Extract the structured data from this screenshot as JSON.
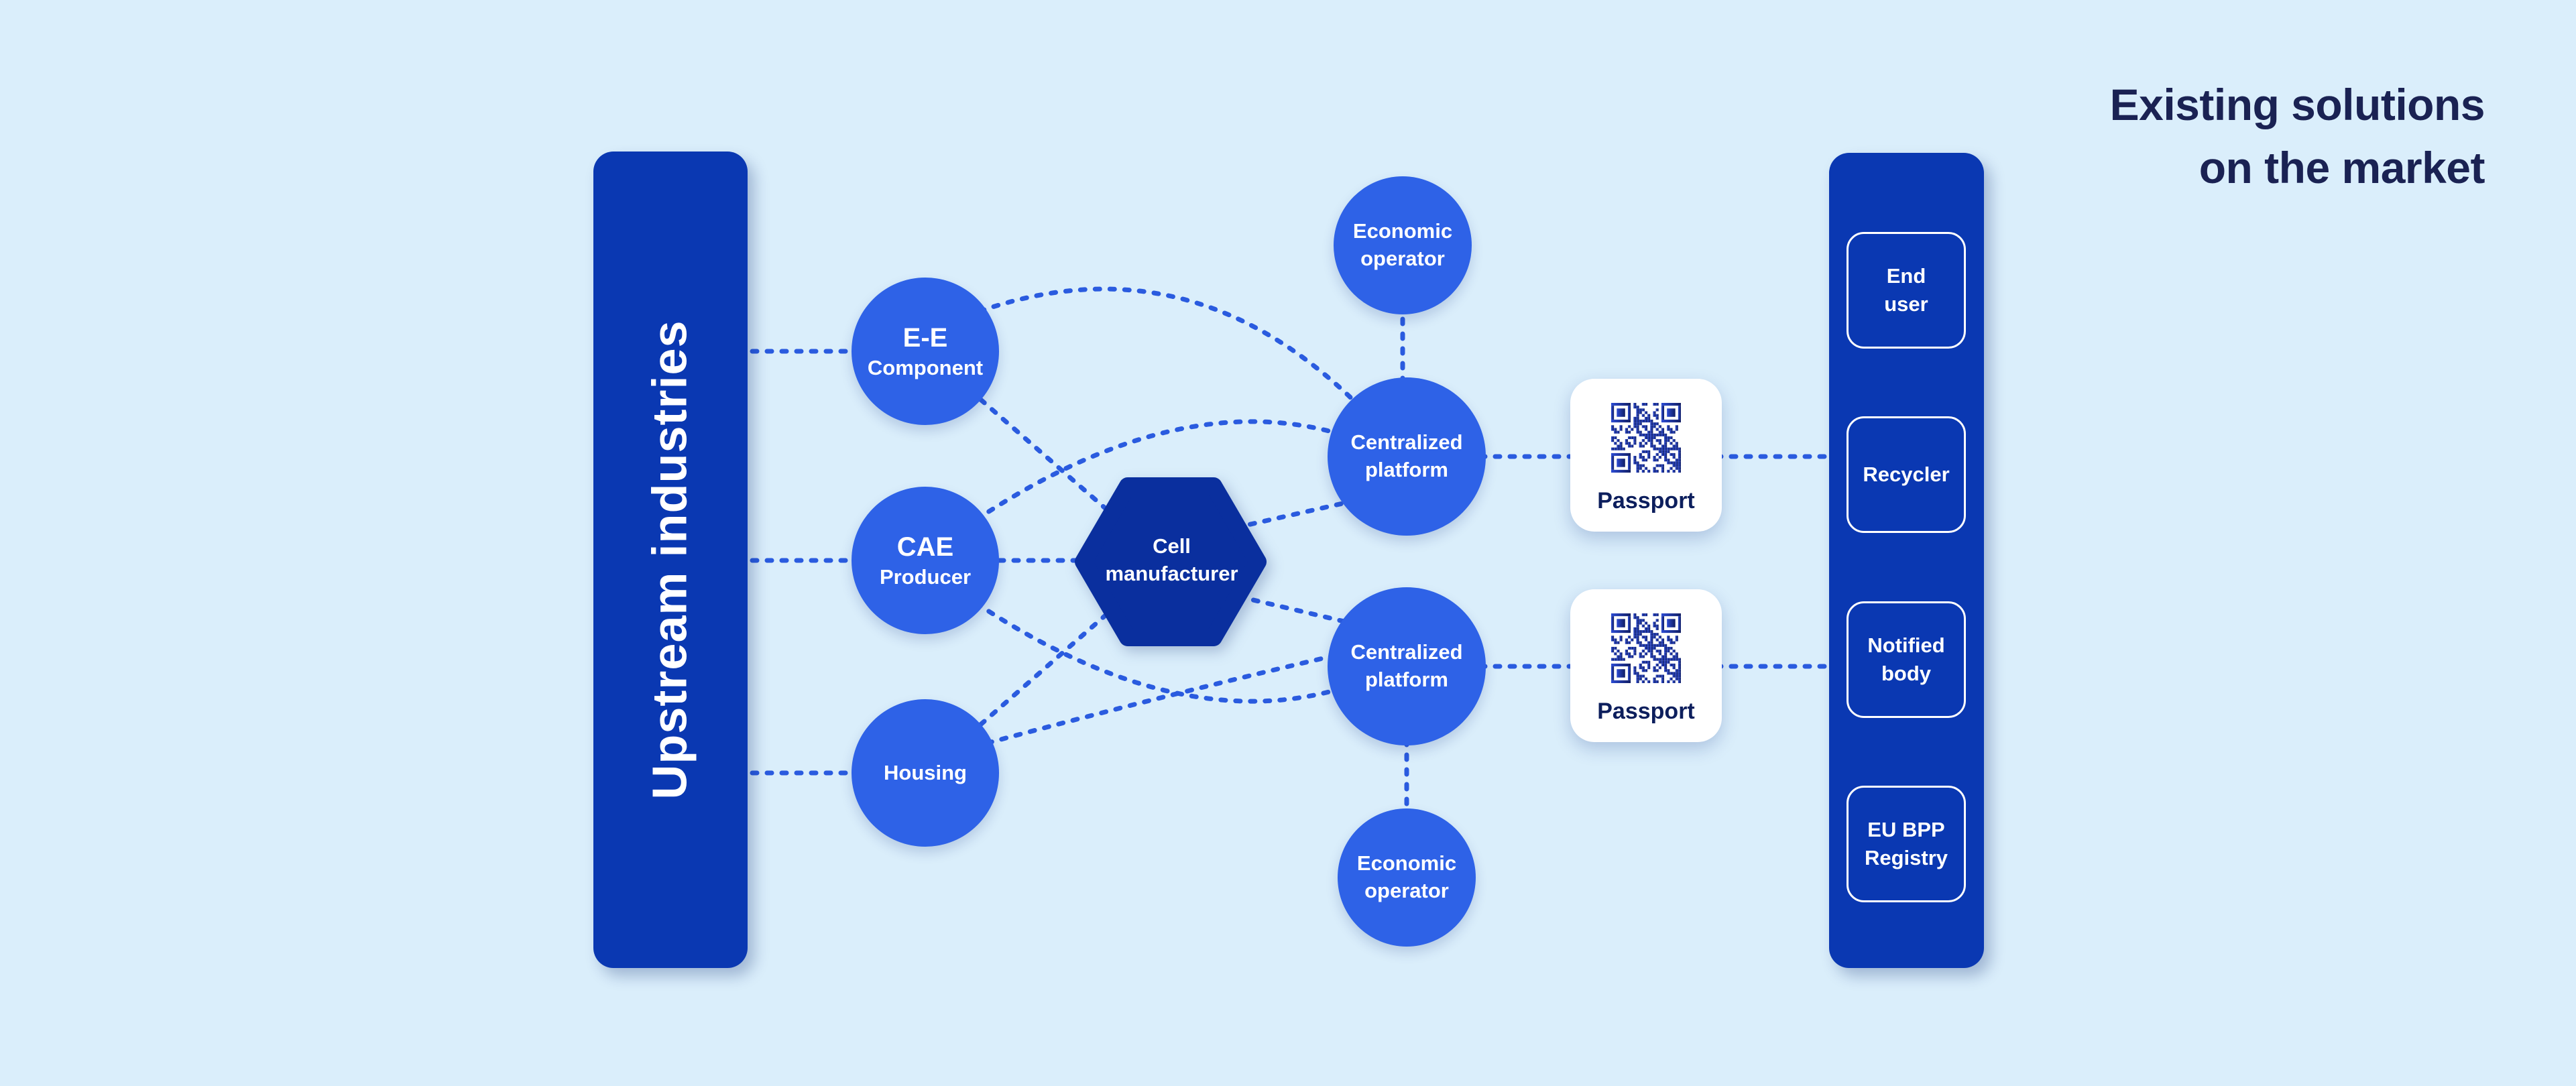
{
  "title": "Existing solutions\non the market",
  "upstream_bar": {
    "label": "Upstream industries"
  },
  "nodes": {
    "ee_component": {
      "line1": "E-E",
      "line2": "Component"
    },
    "cae_producer": {
      "line1": "CAE",
      "line2": "Producer"
    },
    "housing": {
      "line1": "Housing"
    },
    "cell_manufacturer": {
      "line1": "Cell",
      "line2": "manufacturer"
    },
    "economic_operator_top": {
      "line1": "Economic",
      "line2": "operator"
    },
    "centralized_platform_1": {
      "line1": "Centralized",
      "line2": "platform"
    },
    "centralized_platform_2": {
      "line1": "Centralized",
      "line2": "platform"
    },
    "economic_operator_bottom": {
      "line1": "Economic",
      "line2": "operator"
    }
  },
  "passport_1": {
    "label": "Passport"
  },
  "passport_2": {
    "label": "Passport"
  },
  "market_bar": {
    "items": [
      {
        "label": "End\nuser"
      },
      {
        "label": "Recycler"
      },
      {
        "label": "Notified\nbody"
      },
      {
        "label": "EU BPP\nRegistry"
      }
    ]
  },
  "colors": {
    "background": "#DAEEFB",
    "node_blue": "#2E62E7",
    "dash_blue": "#2A5BDF",
    "bar_blue": "#0A38B2",
    "hexagon_navy": "#0A2F9E",
    "title_navy": "#1A2253",
    "passport_text": "#0D1F5D",
    "qr_gradient_start": "#2C4BD3",
    "qr_gradient_end": "#111E63"
  }
}
